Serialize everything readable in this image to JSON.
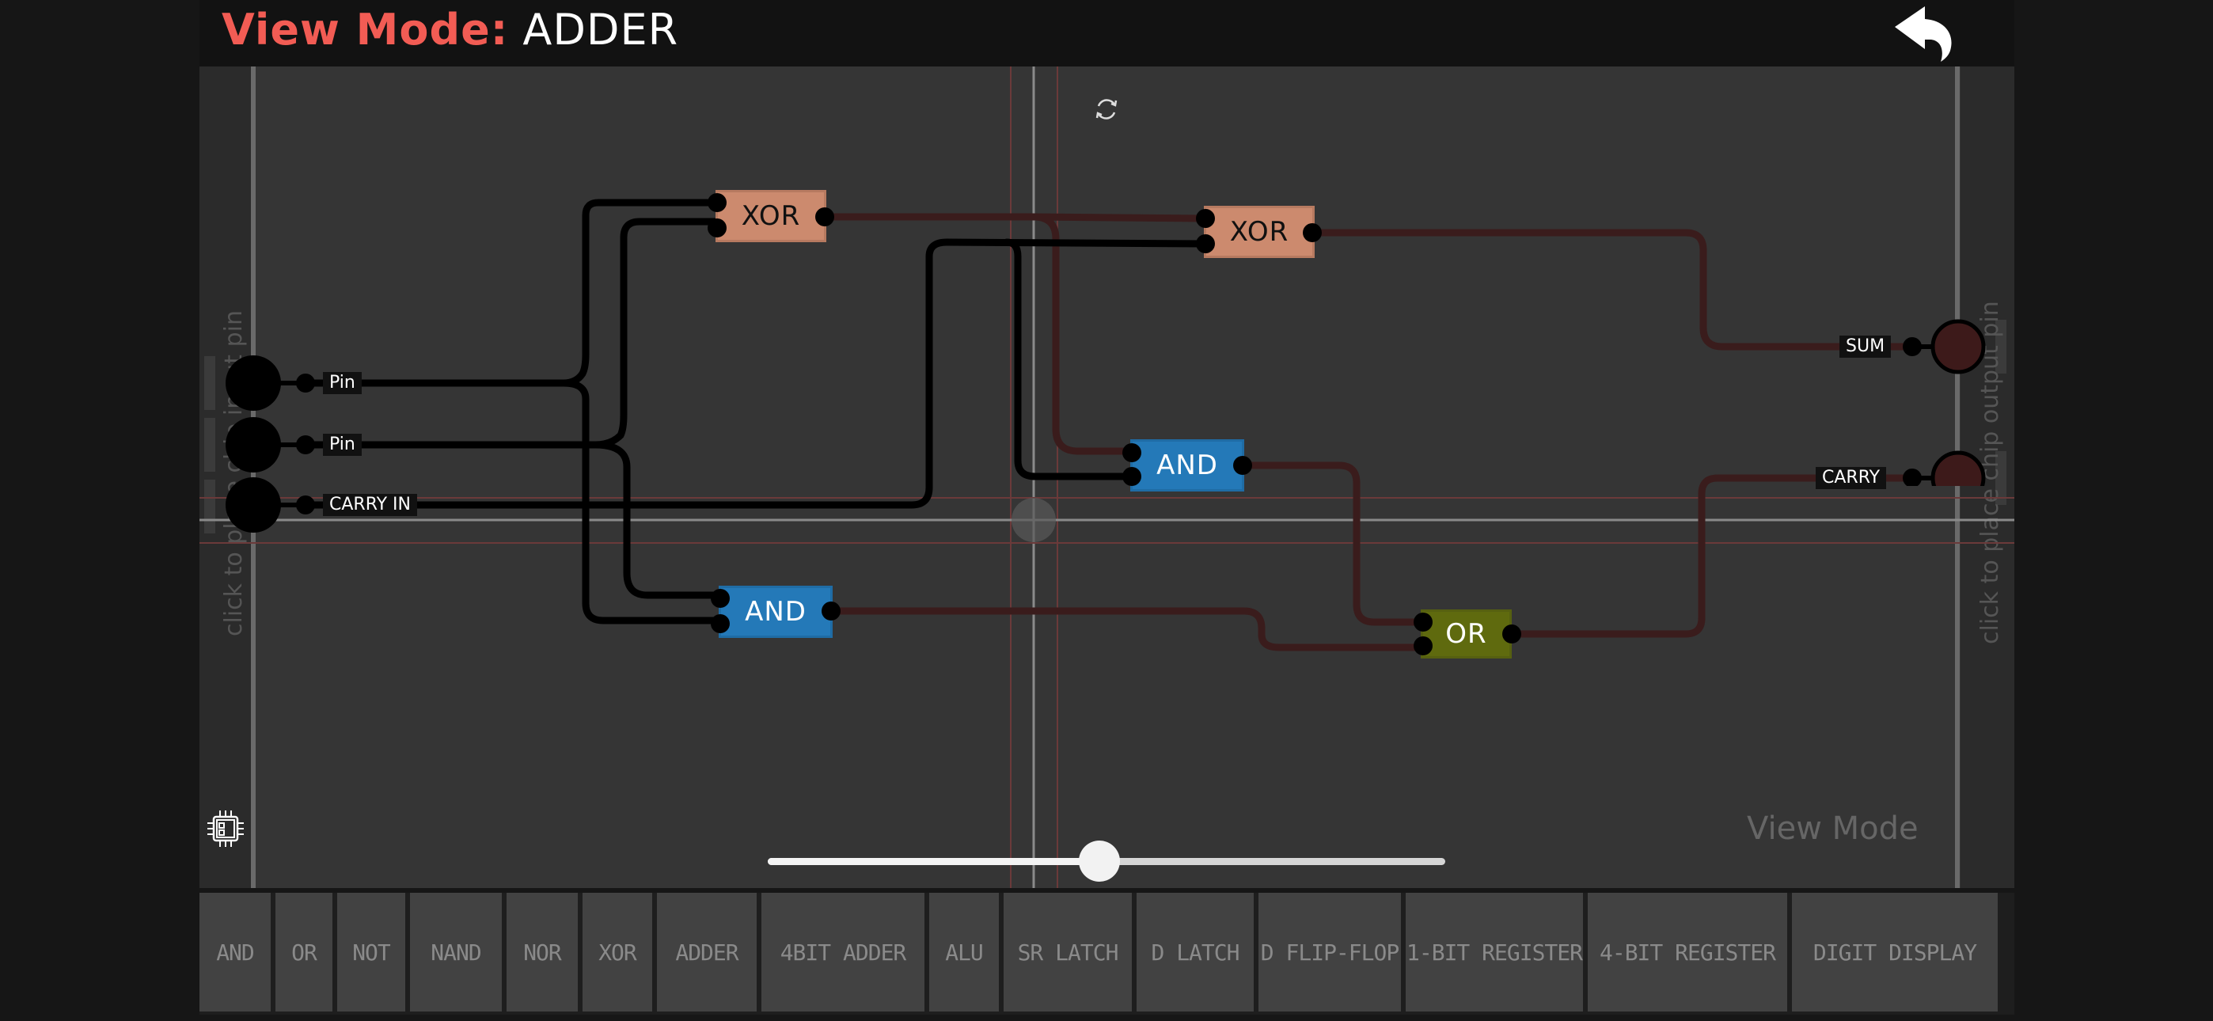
{
  "header": {
    "mode_label": "View Mode:",
    "chip_name": "ADDER",
    "back_icon": "undo-arrow-icon"
  },
  "canvas": {
    "input_rail_hint": "click to place chip input pin",
    "output_rail_hint": "click to place chip output pin",
    "watermark": "View Mode",
    "refresh_icon": "refresh-icon",
    "chip_icon": "chip-icon",
    "inputs": [
      {
        "label": "Pin"
      },
      {
        "label": "Pin"
      },
      {
        "label": "CARRY IN"
      }
    ],
    "outputs": [
      {
        "label": "SUM"
      },
      {
        "label": "CARRY"
      }
    ],
    "gates": [
      {
        "id": "xor1",
        "label": "XOR",
        "color": "#cc8a6e"
      },
      {
        "id": "xor2",
        "label": "XOR",
        "color": "#cc8a6e"
      },
      {
        "id": "and1",
        "label": "AND",
        "color": "#2479b8"
      },
      {
        "id": "and2",
        "label": "AND",
        "color": "#2479b8"
      },
      {
        "id": "or1",
        "label": "OR",
        "color": "#5f6a0e"
      }
    ],
    "wire_colors": {
      "active": "#000000",
      "inactive": "#3a1c1c"
    },
    "output_pin_color": "#3d1a1a",
    "zoom_slider": {
      "value": 0.49
    }
  },
  "toolbar": {
    "items": [
      "AND",
      "OR",
      "NOT",
      "NAND",
      "NOR",
      "XOR",
      "ADDER",
      "4BIT ADDER",
      "ALU",
      "SR LATCH",
      "D LATCH",
      "D FLIP-FLOP",
      "1-BIT REGISTER",
      "4-BIT REGISTER",
      "DIGIT DISPLAY"
    ]
  }
}
